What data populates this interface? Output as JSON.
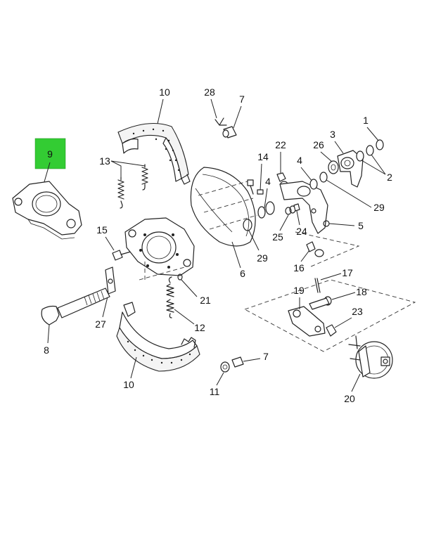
{
  "highlight": {
    "label": "9",
    "color": "#33cc33"
  },
  "callouts": {
    "c1": "1",
    "c2": "2",
    "c3": "3",
    "c4a": "4",
    "c4b": "4",
    "c5": "5",
    "c6": "6",
    "c7a": "7",
    "c7b": "7",
    "c8": "8",
    "c10a": "10",
    "c10b": "10",
    "c11": "11",
    "c12": "12",
    "c13": "13",
    "c14": "14",
    "c15": "15",
    "c16": "16",
    "c17": "17",
    "c18": "18",
    "c19": "19",
    "c20": "20",
    "c21": "21",
    "c22": "22",
    "c23": "23",
    "c24": "24",
    "c25": "25",
    "c26": "26",
    "c27": "27",
    "c28": "28",
    "c29a": "29",
    "c29b": "29"
  }
}
